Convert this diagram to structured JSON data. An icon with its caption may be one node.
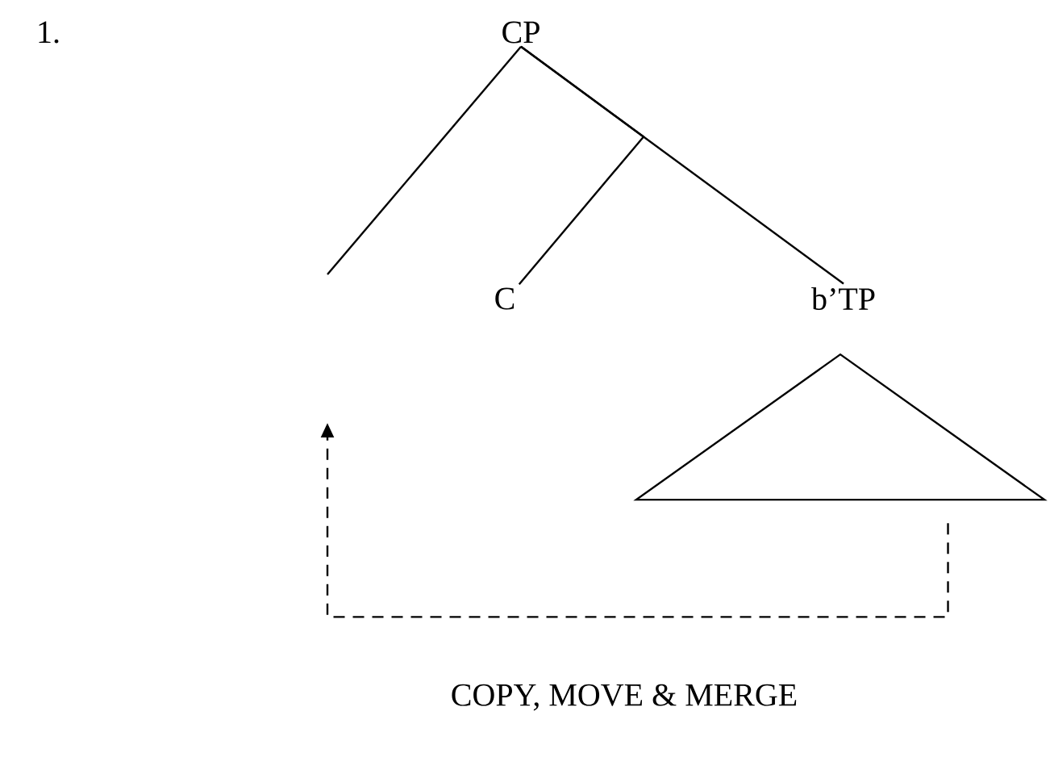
{
  "diagram": {
    "nodes": [
      {
        "text": [
          "CP"
        ]
      },
      {
        "text": [
          "C"
        ]
      },
      {
        "text": [
          "b’TP"
        ]
      },
      {
        "text": [],
        "shape": "triangle"
      }
    ],
    "edges": [
      {
        "from": 0,
        "to": null,
        "arrow": "none"
      },
      {
        "from": 0,
        "to": 1,
        "arrow": "none"
      },
      {
        "from": 0,
        "to": 2,
        "arrow": "none"
      },
      {
        "from": 3,
        "to": null,
        "arrow": "to",
        "style": "dashed",
        "label": "COPY, MOVE & MERGE"
      }
    ],
    "labels": [
      "1."
    ]
  }
}
